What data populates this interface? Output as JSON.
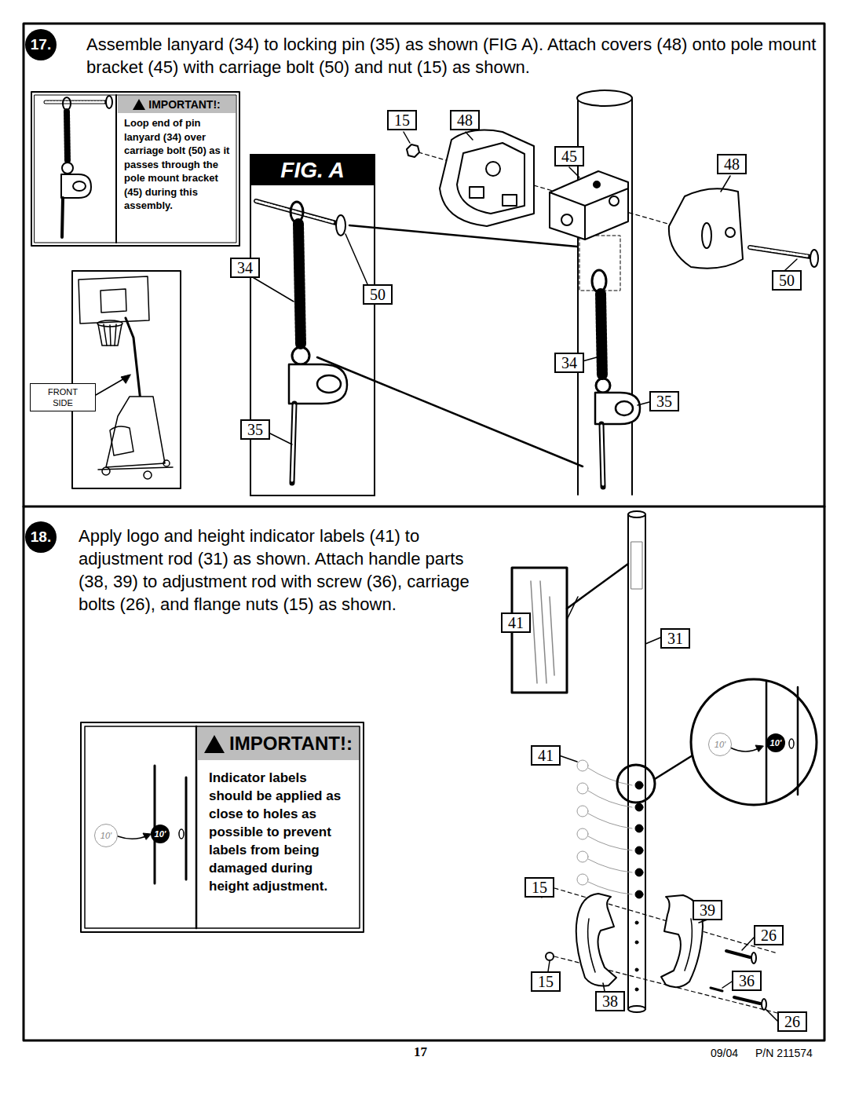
{
  "diagram": {
    "nodes": [
      {
        "text": [
          "17."
        ]
      },
      {
        "text": [
          "IMPORTANT!:",
          "Loop end of pin lanyard (34) over carriage bolt (50) as it passes through the pole mount bracket (45) during this assembly."
        ]
      },
      {
        "text": [
          "FIG. A"
        ]
      },
      {
        "text": [
          "FRONT SIDE"
        ]
      },
      {
        "text": [
          "18."
        ]
      },
      {
        "text": [
          "IMPORTANT!:",
          "Indicator labels should be applied as close to holes as possible to prevent labels from being damaged during height adjustment."
        ]
      }
    ],
    "labels": [
      "Assemble lanyard (34) to locking pin (35) as shown (FIG A). Attach covers (48) onto pole mount bracket (45) with carriage bolt (50) and nut (15) as shown.",
      "15",
      "48",
      "45",
      "48",
      "34",
      "50",
      "50",
      "34",
      "35",
      "35",
      "Apply logo and height indicator labels (41) to adjustment rod (31) as shown. Attach handle parts (38, 39) to adjustment rod with screw (36), carriage bolts (26), and flange nuts (15) as shown.",
      "41",
      "31",
      "41",
      "10'",
      "10'",
      "10'",
      "10'",
      "15",
      "39",
      "26",
      "15",
      "36",
      "38",
      "26",
      "17",
      "09/04",
      "P/N 211574"
    ]
  }
}
